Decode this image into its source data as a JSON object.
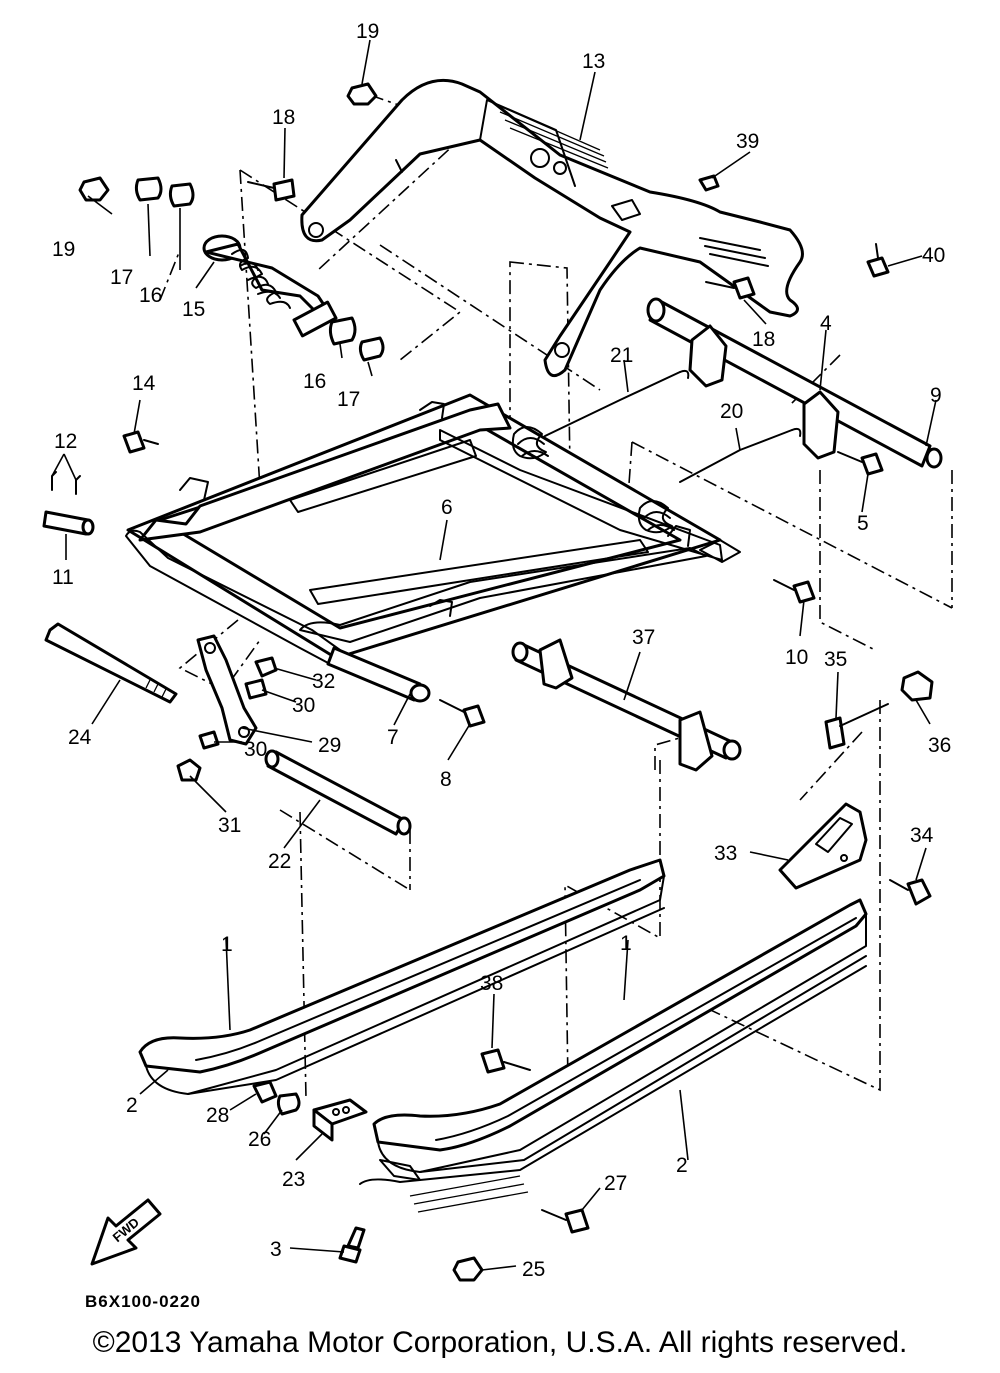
{
  "diagram": {
    "callouts": [
      "1",
      "2",
      "3",
      "4",
      "5",
      "6",
      "7",
      "8",
      "9",
      "10",
      "11",
      "12",
      "13",
      "14",
      "15",
      "16",
      "17",
      "18",
      "19",
      "20",
      "21",
      "22",
      "23",
      "24",
      "25",
      "26",
      "27",
      "28",
      "29",
      "30",
      "31",
      "32",
      "33",
      "34",
      "35",
      "36",
      "37",
      "38",
      "39",
      "40"
    ],
    "fwd_marker": "FWD",
    "code": "B6X100-0220"
  },
  "footer": {
    "copyright": "©2013 Yamaha Motor Corporation, U.S.A. All rights reserved."
  }
}
